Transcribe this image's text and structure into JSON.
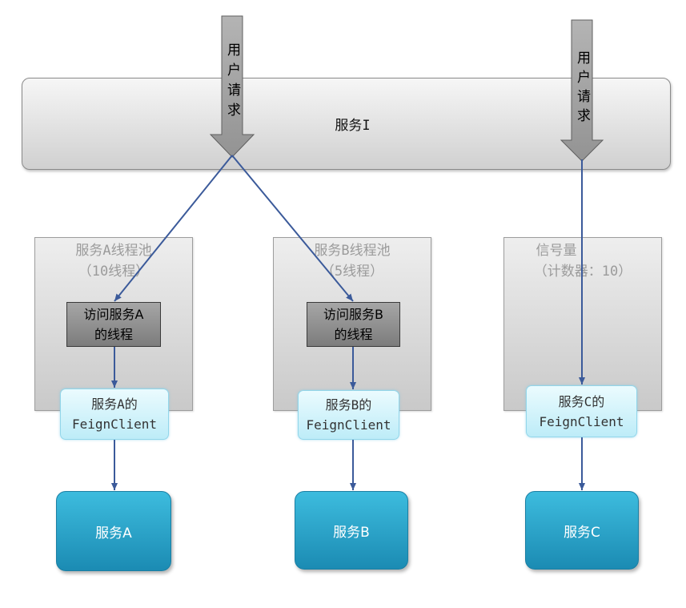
{
  "colors": {
    "connector": "#3b5a9a",
    "service_fill_top": "#3dbcde",
    "service_fill_bottom": "#1b8bb3",
    "client_fill_top": "#ebfbfe",
    "client_fill_bottom": "#bdecf8",
    "pool_label": "#9b9b9b"
  },
  "entry_service": {
    "label": "服务I"
  },
  "user_requests": [
    {
      "label": "用户请求"
    },
    {
      "label": "用户请求"
    }
  ],
  "isolation_units": [
    {
      "title": "服务A线程池",
      "subtitle": "（10线程）",
      "thread_lines": [
        "访问服务A",
        "的线程"
      ],
      "client_lines": [
        "服务A的",
        "FeignClient"
      ],
      "service": "服务A"
    },
    {
      "title": "服务B线程池",
      "subtitle": "（5线程）",
      "thread_lines": [
        "访问服务B",
        "的线程"
      ],
      "client_lines": [
        "服务B的",
        "FeignClient"
      ],
      "service": "服务B"
    },
    {
      "title": "信号量",
      "subtitle": "（计数器：10）",
      "client_lines": [
        "服务C的",
        "FeignClient"
      ],
      "service": "服务C"
    }
  ]
}
